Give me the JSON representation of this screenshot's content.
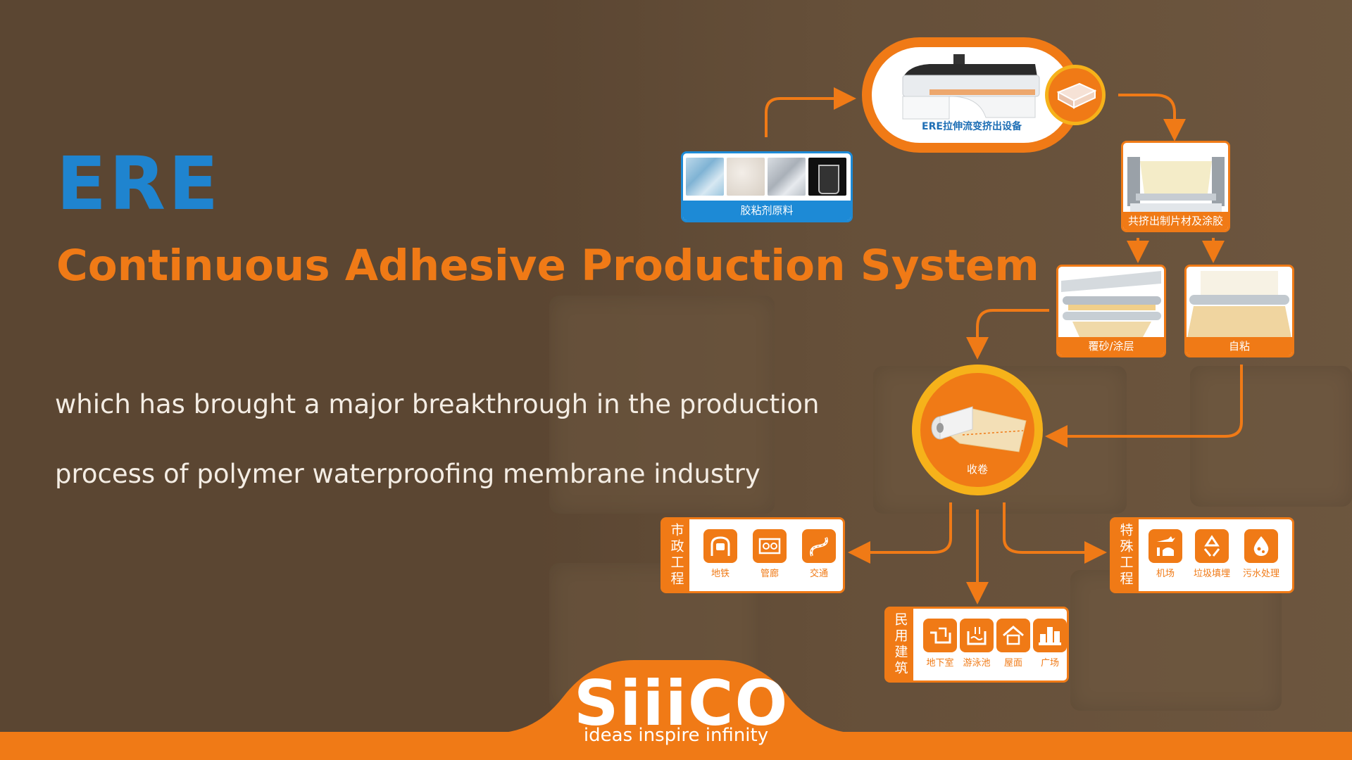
{
  "title": "ERE",
  "subtitle": "Continuous Adhesive Production System",
  "description": [
    "which has brought a major breakthrough in the production",
    "process of polymer waterproofing membrane industry"
  ],
  "flow": {
    "raw_material": "胶粘剂原料",
    "equipment": "ERE拉伸流变挤出设备",
    "coextrusion": "共挤出制片材及涂胶",
    "sand_coating": "覆砂/涂层",
    "self_adhesive": "自粘",
    "winding": "收卷"
  },
  "applications": {
    "municipal": {
      "title": "市政工程",
      "items": [
        "地铁",
        "管廊",
        "交通"
      ]
    },
    "civil": {
      "title": "民用建筑",
      "items": [
        "地下室",
        "游泳池",
        "屋面",
        "广场"
      ]
    },
    "special": {
      "title": "特殊工程",
      "items": [
        "机场",
        "垃圾填埋",
        "污水处理"
      ]
    }
  },
  "brand": {
    "logo": "SiiiCO",
    "tagline": "ideas inspire infinity"
  },
  "colors": {
    "orange": "#f07a16",
    "blue": "#1f84cf",
    "yellow": "#f6b21a",
    "background": "#5b4632"
  }
}
